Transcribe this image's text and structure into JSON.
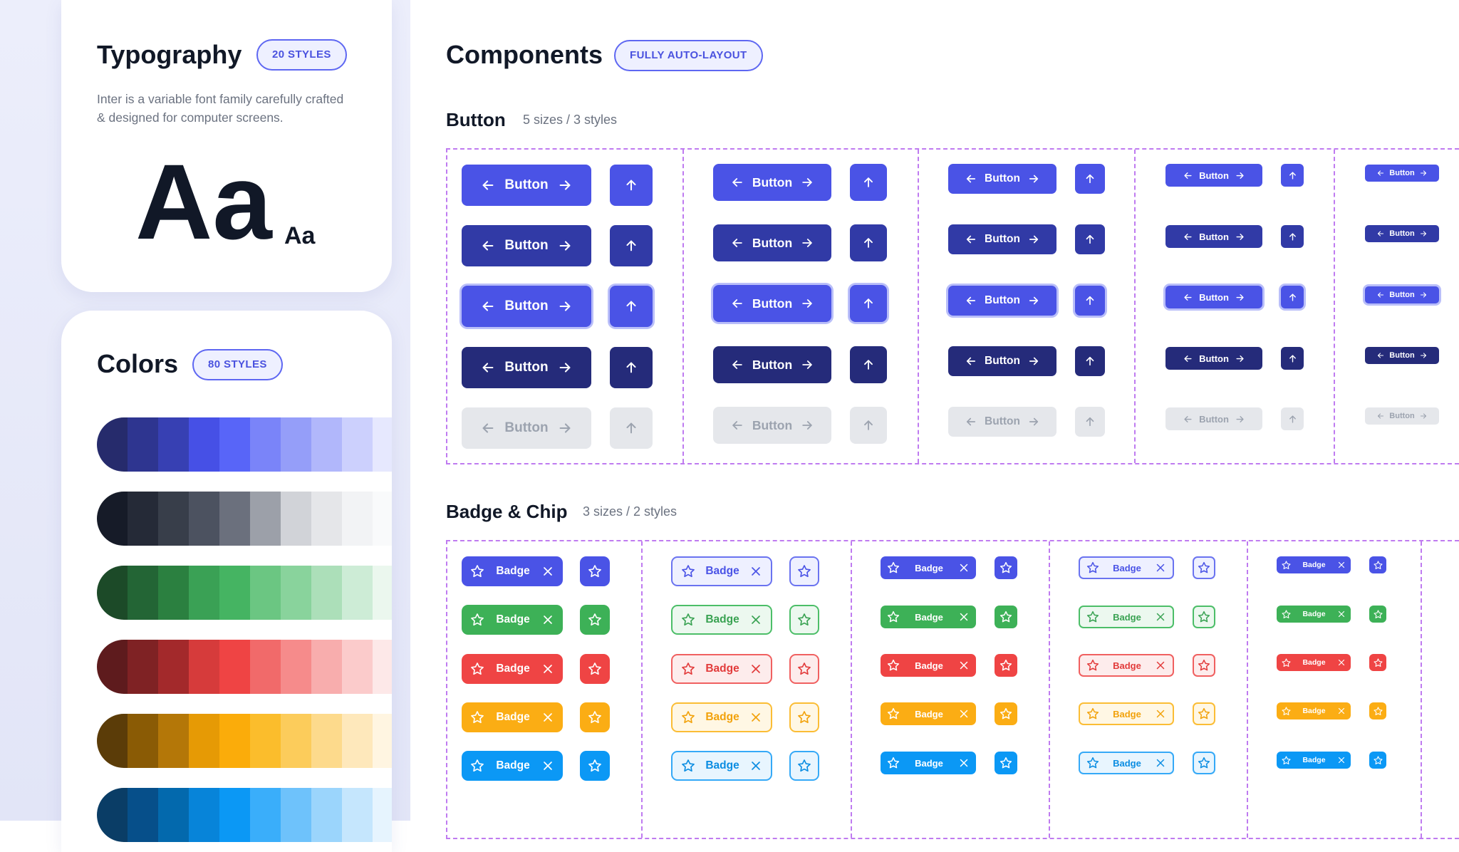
{
  "typography": {
    "title": "Typography",
    "badge": "20 STYLES",
    "description": "Inter is a variable font family carefully crafted & designed for computer screens.",
    "specimen_large": "Aa",
    "specimen_small": "Aa"
  },
  "colors": {
    "title": "Colors",
    "badge": "80 STYLES",
    "palettes": [
      {
        "name": "indigo",
        "swatches": [
          "#262b6c",
          "#2e3590",
          "#3740b3",
          "#4650e6",
          "#5865f8",
          "#7a84f9",
          "#959ef9",
          "#b1b7fb",
          "#ccd0fd",
          "#e6e8fe"
        ]
      },
      {
        "name": "gray",
        "swatches": [
          "#161b28",
          "#252a37",
          "#383e4a",
          "#4c5260",
          "#6b707d",
          "#9ca0a9",
          "#d1d3d8",
          "#e5e6e9",
          "#f2f3f5",
          "#f9fafb"
        ]
      },
      {
        "name": "green",
        "swatches": [
          "#1c4a28",
          "#236535",
          "#2b8040",
          "#3aa155",
          "#45b462",
          "#6bc682",
          "#89d39c",
          "#acdfb9",
          "#cdecd6",
          "#ebf7ee"
        ]
      },
      {
        "name": "red",
        "swatches": [
          "#5e1b1d",
          "#7f2224",
          "#a3292b",
          "#d63b3b",
          "#ef4444",
          "#f16a6a",
          "#f68b8b",
          "#f8adad",
          "#fbcbcb",
          "#fde8e8"
        ]
      },
      {
        "name": "amber",
        "swatches": [
          "#5b3c08",
          "#8a5b05",
          "#b47708",
          "#e69a05",
          "#fbac0a",
          "#fbbd2c",
          "#fccc5b",
          "#fdda8c",
          "#fee8bb",
          "#fff5e1"
        ]
      },
      {
        "name": "blue",
        "swatches": [
          "#0a3d66",
          "#064f8a",
          "#0369ad",
          "#0784d9",
          "#0b98f5",
          "#3aaefa",
          "#6ec2fb",
          "#9bd5fc",
          "#c5e6fd",
          "#e6f4fe"
        ]
      }
    ]
  },
  "components": {
    "title": "Components",
    "badge": "FULLY AUTO-LAYOUT",
    "button_section": {
      "title": "Button",
      "subtitle": "5 sizes / 3 styles",
      "label": "Button",
      "states": [
        {
          "state": "default",
          "bg": "#4a53e6",
          "fg": "#ffffff"
        },
        {
          "state": "hover",
          "bg": "#313aa6",
          "fg": "#ffffff"
        },
        {
          "state": "focus",
          "bg": "#4a53e6",
          "fg": "#ffffff"
        },
        {
          "state": "pressed",
          "bg": "#252b7a",
          "fg": "#ffffff"
        },
        {
          "state": "disabled",
          "bg": "#e5e7eb",
          "fg": "#9ca3af"
        }
      ],
      "icons": {
        "leading": "arrow-left-icon",
        "trailing": "arrow-right-icon",
        "icon_only": "arrow-up-icon"
      }
    },
    "badge_section": {
      "title": "Badge & Chip",
      "subtitle": "3 sizes / 2 styles",
      "label": "Badge",
      "colors": [
        {
          "name": "indigo",
          "solid": "#4a53e6",
          "light_bg": "#eef0ff",
          "light_border": "#6a73f0",
          "light_fg": "#4a53e6"
        },
        {
          "name": "green",
          "solid": "#3db157",
          "light_bg": "#ecf8ef",
          "light_border": "#4cbe68",
          "light_fg": "#39a252"
        },
        {
          "name": "red",
          "solid": "#ef4444",
          "light_bg": "#fdecec",
          "light_border": "#f06060",
          "light_fg": "#e23b3b"
        },
        {
          "name": "amber",
          "solid": "#fbad14",
          "light_bg": "#fff7e4",
          "light_border": "#fbbd35",
          "light_fg": "#f2a20b"
        },
        {
          "name": "blue",
          "solid": "#0b98f5",
          "light_bg": "#e8f5fe",
          "light_border": "#35a9f7",
          "light_fg": "#0b8de2"
        }
      ],
      "icons": {
        "leading": "star-icon",
        "trailing": "close-icon"
      }
    }
  }
}
